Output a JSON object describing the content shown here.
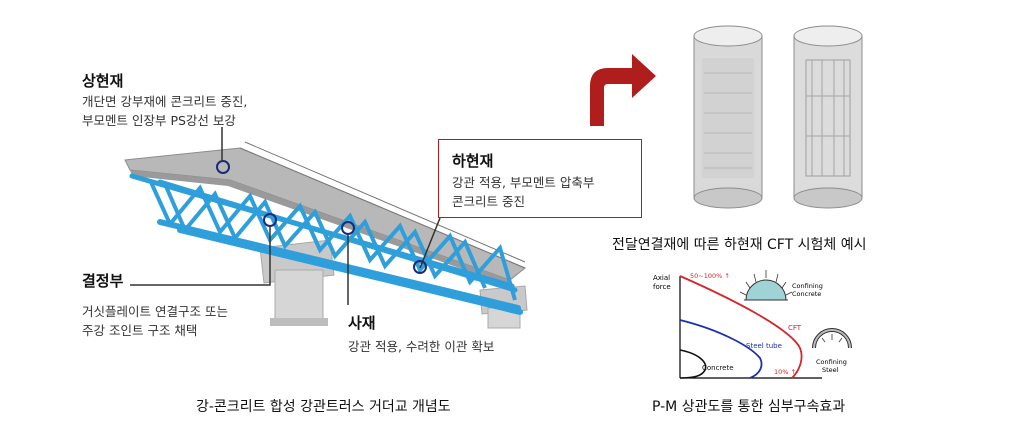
{
  "labels": {
    "sangheon": {
      "title": "상현재",
      "desc": "개단면 강부재에 콘크리트 중진,\n부모멘트 인장부 PS강선 보강"
    },
    "haheon": {
      "title": "하현재",
      "desc": "강관 적용, 부모멘트 압축부\n콘크리트 중진"
    },
    "gyeoljeong": {
      "title": "결정부",
      "desc": "거싯플레이트 연결구조 또는\n주강 조인트 구조 채택"
    },
    "saje": {
      "title": "사재",
      "desc": "강관 적용, 수려한 이관 확보"
    }
  },
  "captions": {
    "bridge": "강-콘크리트 합성 강관트러스 거더교 개념도",
    "cft": "전달연결재에 따른 하현재 CFT 시험체 예시",
    "pm": "P-M 상관도를 통한 심부구속효과"
  },
  "pm_chart": {
    "axis_label": "Axial\nforce",
    "annot_top": "50~100% ↑",
    "annot_bottom": "10% ↑",
    "label_cft": "CFT",
    "label_steel_tube": "Steel tube",
    "label_concrete": "Concrete",
    "label_confining_concrete": "Confining\nConcrete",
    "label_confining_steel": "Confining\nSteel"
  },
  "colors": {
    "truss_blue": "#2f9fdc",
    "accent_red": "#b01d1d",
    "cft_curve": "#d6242a",
    "steel_tube_curve": "#1a2fb0",
    "concrete_curve": "#111111"
  }
}
